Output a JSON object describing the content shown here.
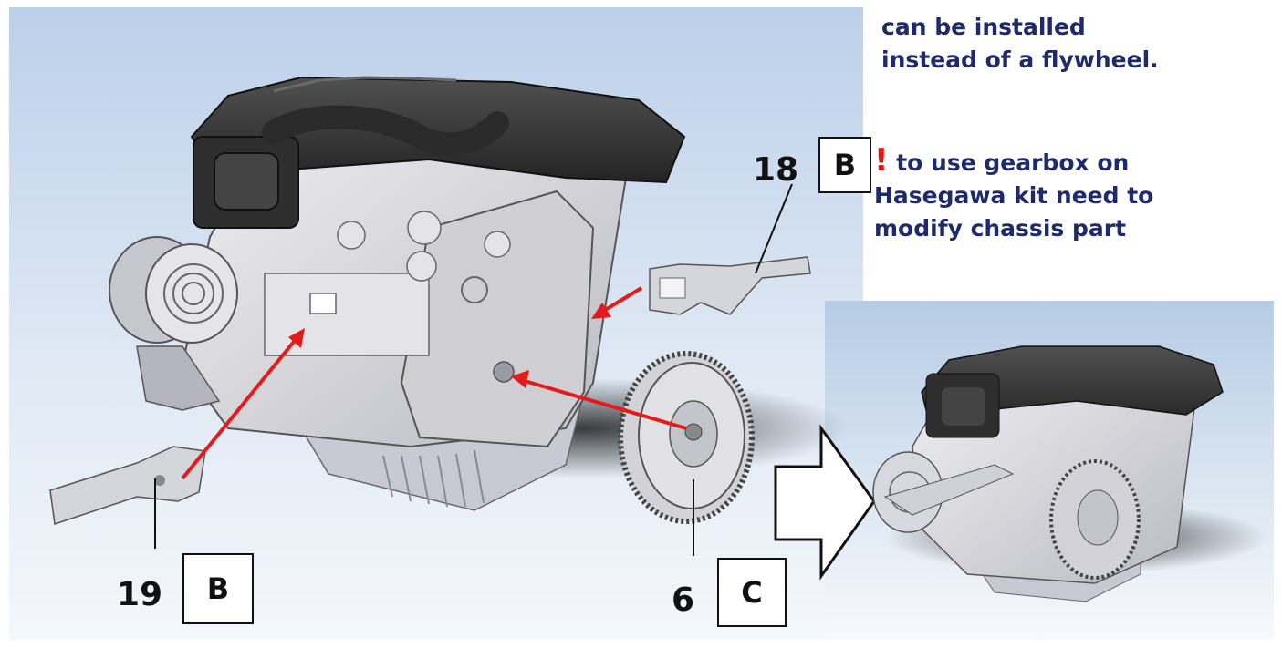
{
  "notes": {
    "line1": "can be installed",
    "line2": "instead of a flywheel.",
    "warning_mark": "!",
    "warning_line1": " to use gearbox on",
    "warning_line2": "Hasegawa kit need to",
    "warning_line3": "modify chassis part"
  },
  "callouts": [
    {
      "number": "18",
      "letter": "B"
    },
    {
      "number": "19",
      "letter": "B"
    },
    {
      "number": "6",
      "letter": "C"
    }
  ],
  "colors": {
    "arrow": "#e51b1b",
    "text": "#1f2a6b",
    "engine_cover": "#3a3a3a",
    "engine_body": "#d9d9dc"
  },
  "icons": [
    "arrow-right-icon",
    "warning-icon"
  ]
}
